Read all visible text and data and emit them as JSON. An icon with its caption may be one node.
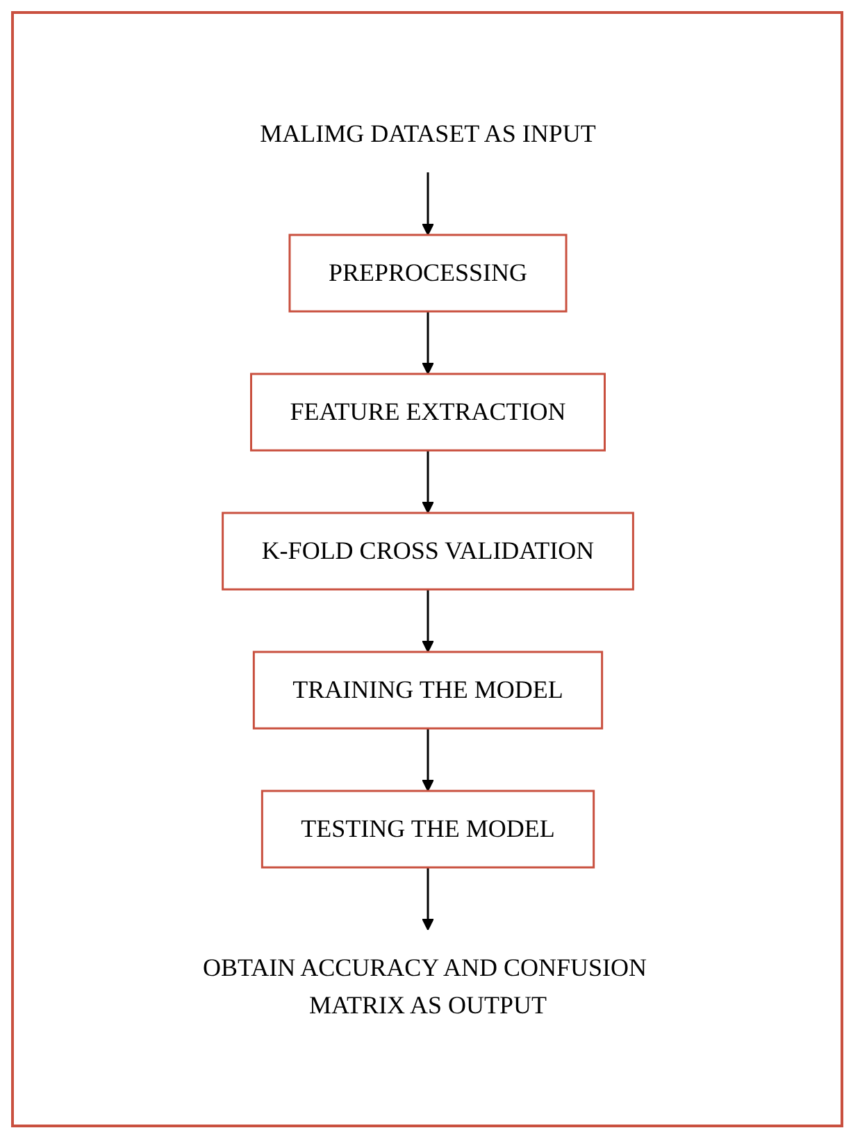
{
  "diagram": {
    "nodes": [
      {
        "text": [
          "MALIMG DATASET AS INPUT"
        ]
      },
      {
        "text": [
          "PREPROCESSING"
        ]
      },
      {
        "text": [
          "FEATURE EXTRACTION"
        ]
      },
      {
        "text": [
          "K-FOLD CROSS VALIDATION"
        ]
      },
      {
        "text": [
          "TRAINING THE MODEL"
        ]
      },
      {
        "text": [
          "TESTING THE MODEL"
        ]
      },
      {
        "text": [
          "OBTAIN ACCURACY AND CONFUSION MATRIX AS OUTPUT"
        ]
      }
    ],
    "edges": [
      {
        "from": 0,
        "to": 1,
        "arrow": "to"
      },
      {
        "from": 1,
        "to": 2,
        "arrow": "to"
      },
      {
        "from": 2,
        "to": 3,
        "arrow": "to"
      },
      {
        "from": 3,
        "to": 4,
        "arrow": "to"
      },
      {
        "from": 4,
        "to": 5,
        "arrow": "to"
      },
      {
        "from": 5,
        "to": 6,
        "arrow": "to"
      }
    ]
  }
}
